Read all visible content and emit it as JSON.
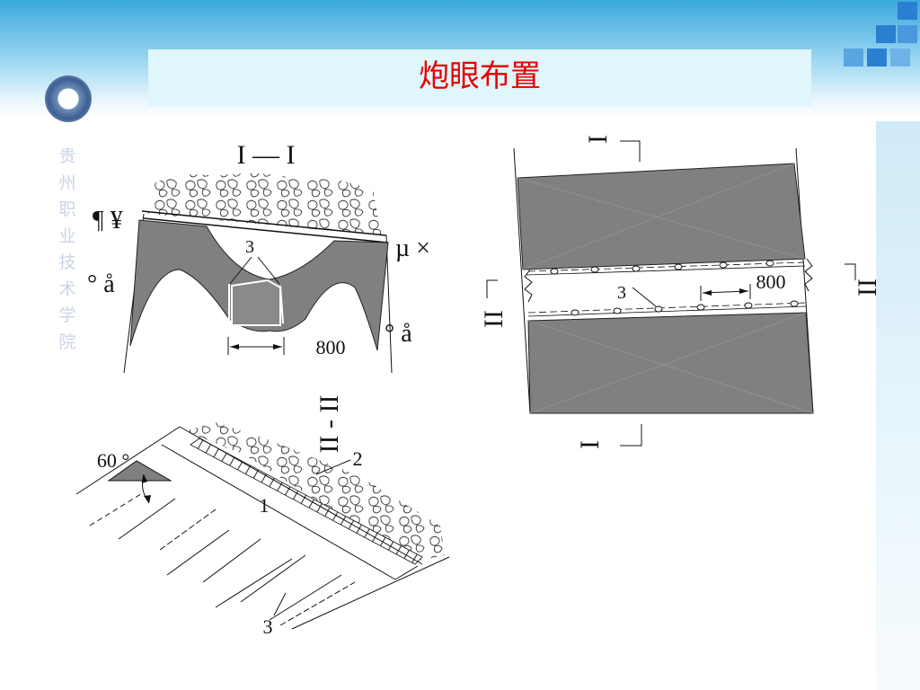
{
  "slide": {
    "title": "炮眼布置",
    "school_vertical": [
      "贵",
      "州",
      "职",
      "业",
      "技",
      "术",
      "学",
      "院"
    ]
  },
  "colors": {
    "title": "#e60000",
    "gray_fill": "#808080",
    "header_gradient_top": "#3aa9dd"
  },
  "left_section": {
    "section_mark": "I — I",
    "garbled_left_1": "¶ ¥",
    "garbled_left_2": "° å",
    "garbled_right_1": "µ ×",
    "garbled_right_2": "° å",
    "hole_label": "3",
    "spacing_label": "800"
  },
  "right_plan": {
    "top_mark": "I",
    "bottom_mark": "I",
    "left_mark": "II",
    "right_mark": "II",
    "hole_label": "3",
    "spacing_label": "800"
  },
  "bottom_section": {
    "section_mark": "II - II",
    "angle_label": "60 °",
    "label_1": "1",
    "label_2": "2",
    "label_3": "3"
  }
}
